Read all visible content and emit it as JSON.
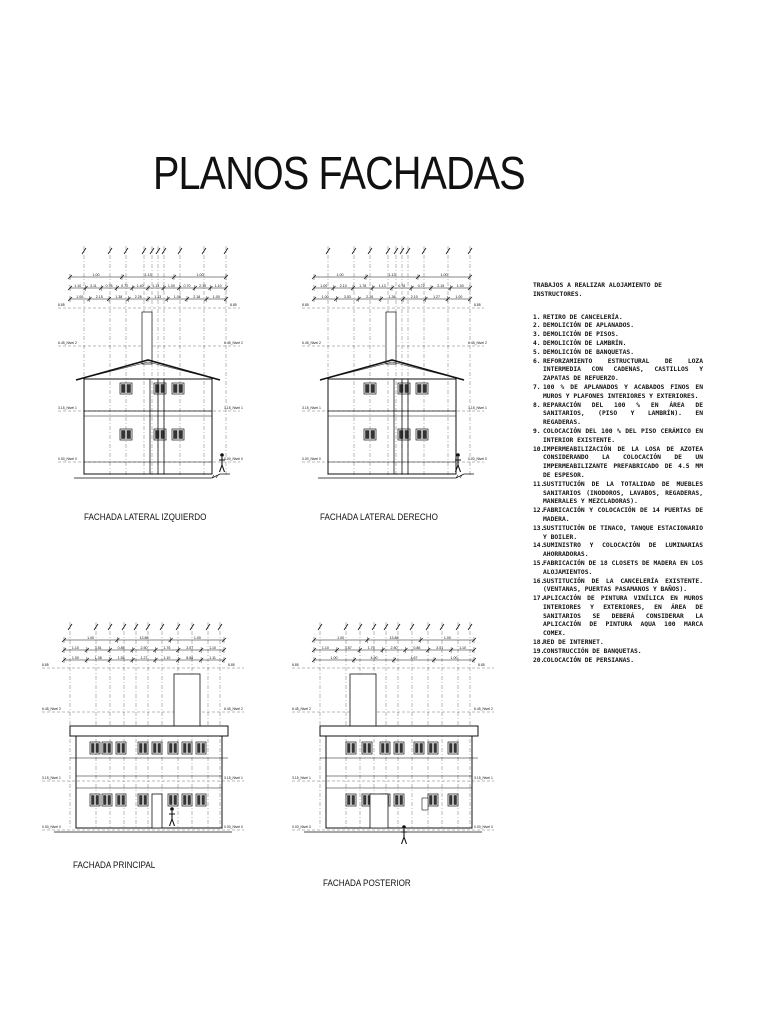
{
  "title": "PLANOS FACHADAS",
  "drawings": [
    {
      "id": "izquierdo",
      "caption": "FACHADA LATERAL IZQUIERDO",
      "variant": "gable",
      "dims_row1": [
        "1.00",
        "1.13",
        "1.00"
      ],
      "dims_row2": [
        "1.10",
        "3.11",
        "0.78",
        "0.72",
        "1.40",
        "1.13",
        "1.00",
        "0.70",
        "2.10",
        "1.10"
      ],
      "dims_row3": [
        "1.00",
        "2.15",
        "1.38",
        "2.26",
        "1.33",
        "1.06",
        "2.18",
        "1.00"
      ],
      "levels": [
        {
          "label": "6.45_Nivel 2"
        },
        {
          "label": "3.15_Nivel 1"
        },
        {
          "label": "0.00_Nivel 0"
        }
      ],
      "top_level": "8.85"
    },
    {
      "id": "derecho",
      "caption": "FACHADA LATERAL DERECHO",
      "variant": "gable",
      "dims_row1": [
        "1.00",
        "1.13",
        "1.00"
      ],
      "dims_row2": [
        "1.00",
        "2.10",
        "1.78",
        "1.13",
        "0.78",
        "0.72",
        "2.15",
        "1.00"
      ],
      "dims_row3": [
        "1.00",
        "3.53",
        "2.26",
        "1.38",
        "2.10",
        "1.27",
        "1.00"
      ],
      "levels": [
        {
          "label": "6.45_Nivel 2"
        },
        {
          "label": "3.15_Nivel 1"
        },
        {
          "label": "0.00_Nivel 0"
        }
      ],
      "top_level": "8.85"
    },
    {
      "id": "principal",
      "caption": "FACHADA PRINCIPAL",
      "variant": "flat",
      "dims_row1": [
        "1.00",
        "13.86",
        "1.00"
      ],
      "dims_row2": [
        "1.10",
        "3.51",
        "0.86",
        "2.50",
        "1.76",
        "3.57",
        "1.10"
      ],
      "dims_row3": [
        "1.00",
        "1.38",
        "1.55",
        "1.27",
        "1.10",
        "8.88",
        "1.11"
      ],
      "levels": [
        {
          "label": "6.45_Nivel 2"
        },
        {
          "label": "3.15_Nivel 1"
        },
        {
          "label": "0.00_Nivel 0"
        }
      ],
      "top_level": "8.85"
    },
    {
      "id": "posterior",
      "caption": "FACHADA POSTERIOR",
      "variant": "flat",
      "dims_row1": [
        "1.00",
        "13.86",
        "1.00"
      ],
      "dims_row2": [
        "1.10",
        "3.57",
        "1.76",
        "2.50",
        "0.86",
        "3.51",
        "1.10"
      ],
      "dims_row3": [
        "1.00",
        "4.90",
        "4.67",
        "1.00"
      ],
      "levels": [
        {
          "label": "6.45_Nivel 2"
        },
        {
          "label": "3.15_Nivel 1"
        },
        {
          "label": "0.00_Nivel 0"
        }
      ],
      "top_level": "8.85"
    }
  ],
  "notes": {
    "heading": "TRABAJOS A REALIZAR ALOJAMIENTO DE INSTRUCTORES.",
    "items": [
      {
        "n": "1.",
        "t": "RETIRO DE CANCELERÍA."
      },
      {
        "n": "2.",
        "t": "DEMOLICIÓN DE APLANADOS."
      },
      {
        "n": "3.",
        "t": "DEMOLICIÓN DE PISOS."
      },
      {
        "n": "4.",
        "t": "DEMOLICIÓN DE LAMBRÍN."
      },
      {
        "n": "5.",
        "t": "DEMOLICIÓN DE BANQUETAS."
      },
      {
        "n": "6.",
        "t": "REFORZAMIENTO ESTRUCTURAL DE LOZA INTERMEDIA CON CADENAS, CASTILLOS Y ZAPATAS DE REFUERZO."
      },
      {
        "n": "7.",
        "t": "100 % DE APLANADOS Y ACABADOS FINOS EN MUROS Y PLAFONES INTERIORES Y EXTERIORES."
      },
      {
        "n": "8.",
        "t": "REPARACIÓN DEL 100 % EN ÁREA DE SANITARIOS, (PISO Y LAMBRÍN). EN REGADERAS."
      },
      {
        "n": "9.",
        "t": "COLOCACIÓN DEL 100 % DEL PISO CERÁMICO EN INTERIOR EXISTENTE."
      },
      {
        "n": "10.",
        "t": "IMPERMEABILIZACIÓN DE LA LOSA DE AZOTEA CONSIDERANDO LA COLOCACIÓN DE UN IMPERMEABILIZANTE PREFABRICADO DE 4.5 MM DE ESPESOR."
      },
      {
        "n": "11.",
        "t": "SUSTITUCIÓN DE LA TOTALIDAD DE MUEBLES SANITARIOS (INODOROS, LAVABOS, REGADERAS, MANERALES Y MEZCLADORAS)."
      },
      {
        "n": "12.",
        "t": "FABRICACIÓN Y COLOCACIÓN DE 14 PUERTAS DE MADERA."
      },
      {
        "n": "13.",
        "t": "SUSTITUCIÓN DE TINACO, TANQUE ESTACIONARIO Y BOILER."
      },
      {
        "n": "14.",
        "t": "SUMINISTRO Y COLOCACIÓN DE LUMINARIAS AHORRADORAS."
      },
      {
        "n": "15.",
        "t": "FABRICACIÓN DE 18 CLOSETS DE MADERA EN LOS ALOJAMIENTOS."
      },
      {
        "n": "16.",
        "t": "SUSTITUCIÓN DE LA CANCELERÍA EXISTENTE. (VENTANAS, PUERTAS PASAMANOS Y BAÑOS)."
      },
      {
        "n": "17.",
        "t": "APLICACIÓN DE PINTURA VINÍLICA EN MUROS INTERIORES Y EXTERIORES, EN ÁREA DE SANITARIOS SE DEBERÁ CONSIDERAR LA APLICACIÓN DE PINTURA AQUA 100 MARCA COMEX."
      },
      {
        "n": "18.",
        "t": "RED DE INTERNET."
      },
      {
        "n": "19.",
        "t": "CONSTRUCCIÓN DE BANQUETAS."
      },
      {
        "n": "20.",
        "t": "COLOCACIÓN DE PERSIANAS."
      }
    ]
  }
}
